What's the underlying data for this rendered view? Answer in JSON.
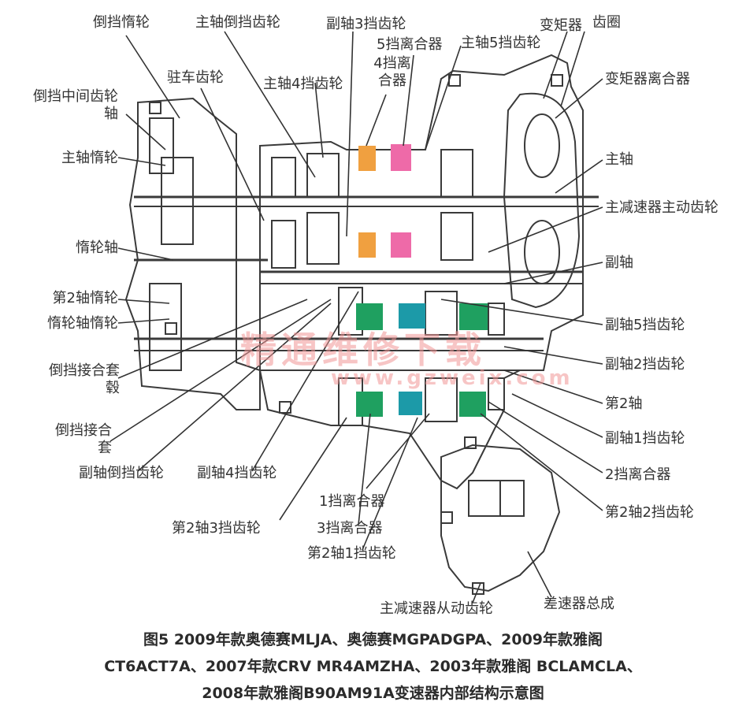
{
  "labels": {
    "reverse_idler": "倒挡惰轮",
    "main_reverse_gear": "主轴倒挡齿轮",
    "counter_3rd_gear": "副轴3挡齿轮",
    "torque_converter": "变矩器",
    "ring_gear": "齿圈",
    "fifth_clutch": "5挡离合器",
    "main_5th_gear": "主轴5挡齿轮",
    "fourth_clutch": "4挡离合器",
    "park_gear": "驻车齿轮",
    "main_4th_gear": "主轴4挡齿轮",
    "tc_clutch": "变矩器离合器",
    "reverse_mid_shaft": "倒挡中间齿轮轴",
    "main_idler": "主轴惰轮",
    "main_shaft": "主轴",
    "final_drive_gear": "主减速器主动齿轮",
    "idler_shaft": "惰轮轴",
    "counter_shaft": "副轴",
    "second_shaft_idler": "第2轴惰轮",
    "idler_shaft_idler": "惰轮轴惰轮",
    "counter_5th_gear": "副轴5挡齿轮",
    "counter_2nd_gear": "副轴2挡齿轮",
    "reverse_hub": "倒挡接合套毂",
    "second_shaft": "第2轴",
    "reverse_sleeve": "倒挡接合套",
    "counter_1st_gear": "副轴1挡齿轮",
    "counter_reverse_gear": "副轴倒挡齿轮",
    "counter_4th_gear": "副轴4挡齿轮",
    "second_clutch": "2挡离合器",
    "first_clutch": "1挡离合器",
    "second_shaft_2nd_gear": "第2轴2挡齿轮",
    "second_shaft_3rd_gear": "第2轴3挡齿轮",
    "third_clutch": "3挡离合器",
    "second_shaft_1st_gear": "第2轴1挡齿轮",
    "final_driven_gear": "主减速器从动齿轮",
    "differential": "差速器总成"
  },
  "watermark": {
    "text": "精通维修下载",
    "url": "www.gzweix.com"
  },
  "caption": {
    "line1": "图5  2009年款奥德赛MLJA、奥德赛MGPADGPA、2009年款雅阁",
    "line2": "CT6ACT7A、2007年款CRV MR4AMZHA、2003年款雅阁 BCLAMCLA、",
    "line3": "2008年款雅阁B90AM91A变速器内部结构示意图"
  },
  "colors": {
    "ink": "#333333",
    "clutch_orange": "#f0a040",
    "clutch_pink": "#ee6aa8",
    "clutch_green": "#1fa060",
    "clutch_teal": "#1c9aa8",
    "watermark": "#f09696"
  }
}
